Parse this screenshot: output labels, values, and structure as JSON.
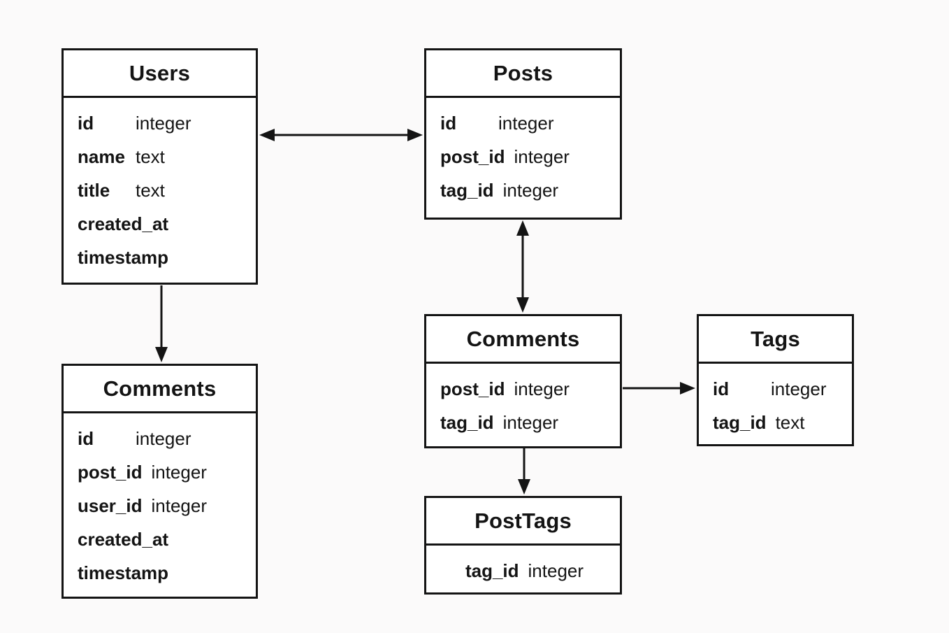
{
  "colors": {
    "background": "#fbfafa",
    "box_fill": "#ffffff",
    "line": "#141414",
    "text": "#141414"
  },
  "tables": [
    {
      "id": "users",
      "title": "Users",
      "fields": [
        {
          "name": "id",
          "type": "integer"
        },
        {
          "name": "name",
          "type": "text"
        },
        {
          "name": "title",
          "type": "text"
        },
        {
          "name": "created_at",
          "type": "timestamp"
        }
      ]
    },
    {
      "id": "posts",
      "title": "Posts",
      "fields": [
        {
          "name": "id",
          "type": "integer"
        },
        {
          "name": "post_id",
          "type": "integer"
        },
        {
          "name": "tag_id",
          "type": "integer"
        }
      ]
    },
    {
      "id": "comments_mid",
      "title": "Comments",
      "fields": [
        {
          "name": "post_id",
          "type": "integer"
        },
        {
          "name": "tag_id",
          "type": "integer"
        }
      ]
    },
    {
      "id": "tags",
      "title": "Tags",
      "fields": [
        {
          "name": "id",
          "type": "integer"
        },
        {
          "name": "tag_id",
          "type": "text"
        }
      ]
    },
    {
      "id": "comments_left",
      "title": "Comments",
      "fields": [
        {
          "name": "id",
          "type": "integer"
        },
        {
          "name": "post_id",
          "type": "integer"
        },
        {
          "name": "user_id",
          "type": "integer"
        },
        {
          "name": "created_at",
          "type": "timestamp"
        }
      ]
    },
    {
      "id": "posttags",
      "title": "PostTags",
      "fields": [
        {
          "name": "tag_id",
          "type": "integer"
        }
      ]
    }
  ],
  "relationships": [
    {
      "from": "Users",
      "to": "Posts",
      "arrow": "both"
    },
    {
      "from": "Posts",
      "to": "Comments",
      "arrow": "both"
    },
    {
      "from": "Users",
      "to": "Comments",
      "arrow": "to"
    },
    {
      "from": "Comments",
      "to": "Tags",
      "arrow": "to"
    },
    {
      "from": "Comments",
      "to": "PostTags",
      "arrow": "to"
    }
  ]
}
